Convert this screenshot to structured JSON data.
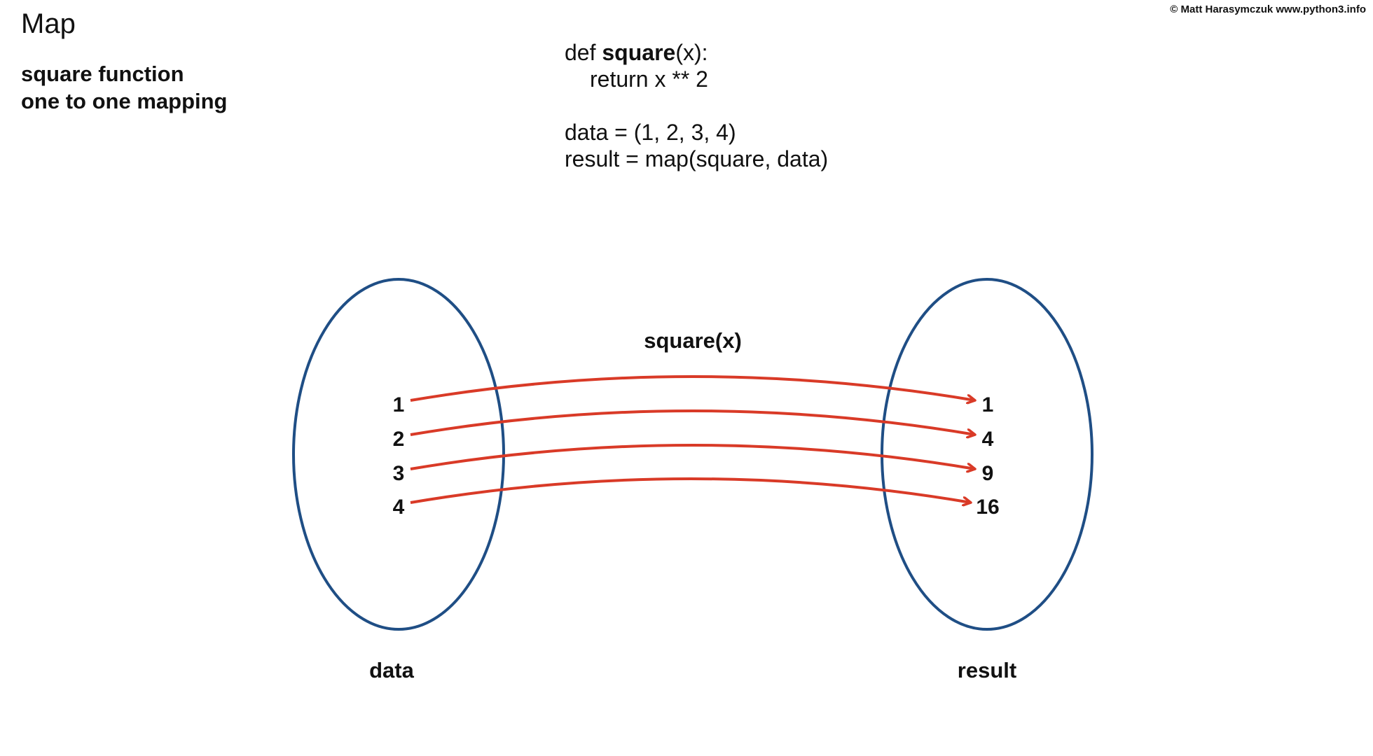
{
  "copyright": "© Matt Harasymczuk www.python3.info",
  "title": "Map",
  "subtitle": [
    "square function",
    "one to one mapping"
  ],
  "code": {
    "def_prefix": "def ",
    "def_name": "square",
    "def_suffix": "(x):",
    "return_line": "return x ** 2",
    "data_line": "data = (1, 2, 3, 4)",
    "result_line": "result = map(square, data)"
  },
  "diagram": {
    "function_label": "square(x)",
    "input_set_label": "data",
    "output_set_label": "result",
    "inputs": [
      "1",
      "2",
      "3",
      "4"
    ],
    "outputs": [
      "1",
      "4",
      "9",
      "16"
    ],
    "ellipse_color": "#1f4e85",
    "arrow_color": "#d93a27"
  }
}
